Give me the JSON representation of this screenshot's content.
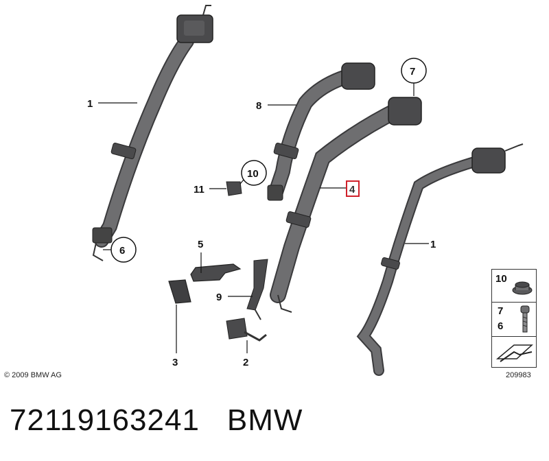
{
  "callouts": {
    "belt_left_label": "1",
    "belt_right_label": "1",
    "lap_belt_label": "2",
    "buckle_label": "3",
    "part4_label": "4",
    "part5_label": "5",
    "part6_label": "6",
    "part7_label": "7",
    "part8_label": "8",
    "part9_label": "9",
    "part10_label": "10",
    "part11_label": "11"
  },
  "legend": {
    "item_top": "10",
    "item_mid_a": "7",
    "item_mid_b": "6"
  },
  "copyright": "© 2009 BMW AG",
  "diagram_id": "209983",
  "footer": {
    "part_number": "72119163241",
    "brand": "BMW"
  },
  "colors": {
    "highlight": "#d0202a",
    "belt": "#6e6e70",
    "belt_dark": "#3a3a3c"
  }
}
